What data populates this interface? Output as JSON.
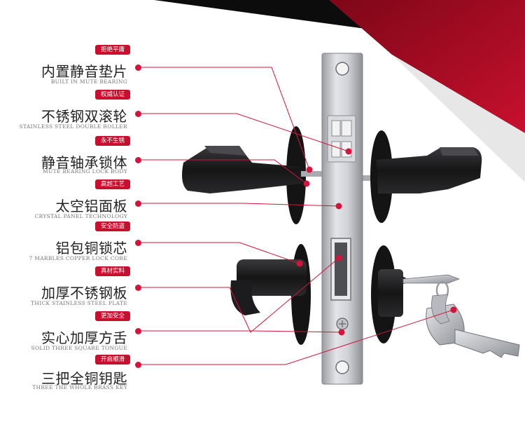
{
  "features": [
    {
      "badge": "拒绝平庸",
      "cn": "内置静音垫片",
      "en": "BUILT IN MUTE BEARING"
    },
    {
      "badge": "权威认证",
      "cn": "不锈钢双滚轮",
      "en": "STAINLESS STEEL DOUBLE ROLLER"
    },
    {
      "badge": "永不生锈",
      "cn": "静音轴承锁体",
      "en": "MUTE BEARING LOCK BODY"
    },
    {
      "badge": "高超工艺",
      "cn": "太空铝面板",
      "en": "CRYSTAL PANEL TECHNOLOGY"
    },
    {
      "badge": "安全防盗",
      "cn": "铝包铜锁芯",
      "en": "7 MARBLES COPPER LOCK CORE"
    },
    {
      "badge": "真材实料",
      "cn": "加厚不锈钢板",
      "en": "THICK STAINLESS STEEL PLATE"
    },
    {
      "badge": "更加安全",
      "cn": "实心加厚方舌",
      "en": "SOLID THREE SQUARE TONGUE"
    },
    {
      "badge": "开启顺滑",
      "cn": "三把全铜钥匙",
      "en": "THREE THE WHOLE BRASS KEY"
    }
  ],
  "colors": {
    "accent_red": "#c8102e",
    "dark_red": "#8e0a1e",
    "lock_black": "#1b1b1d",
    "steel": "#c9cbcf"
  }
}
